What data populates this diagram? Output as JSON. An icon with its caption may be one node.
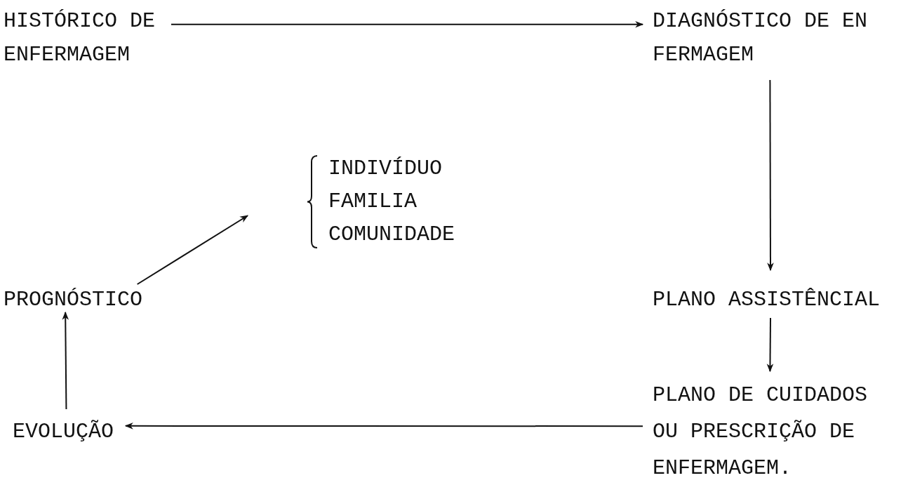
{
  "diagram": {
    "nodes": [
      {
        "text": [
          "HISTÓRICO DE ENFERMAGEM"
        ]
      },
      {
        "text": [
          "DIAGNÓSTICO DE EN FERMAGEM"
        ]
      },
      {
        "text": [
          "PLANO ASSISTÊNCIAL"
        ]
      },
      {
        "text": [
          "PLANO DE CUIDADOS OU PRESCRIÇÃO DE ENFERMAGEM."
        ]
      },
      {
        "text": [
          "EVOLUÇÃO"
        ]
      },
      {
        "text": [
          "PROGNÓSTICO"
        ]
      },
      {
        "text": [
          "INDIVÍDUO",
          "FAMILIA",
          "COMUNIDADE"
        ]
      }
    ],
    "edges": [
      {
        "from": 0,
        "to": 1,
        "arrow": "to"
      },
      {
        "from": 1,
        "to": 2,
        "arrow": "to"
      },
      {
        "from": 2,
        "to": 3,
        "arrow": "to"
      },
      {
        "from": 3,
        "to": 4,
        "arrow": "to"
      },
      {
        "from": 4,
        "to": 5,
        "arrow": "to"
      },
      {
        "from": 5,
        "to": 6,
        "arrow": "to"
      }
    ]
  }
}
